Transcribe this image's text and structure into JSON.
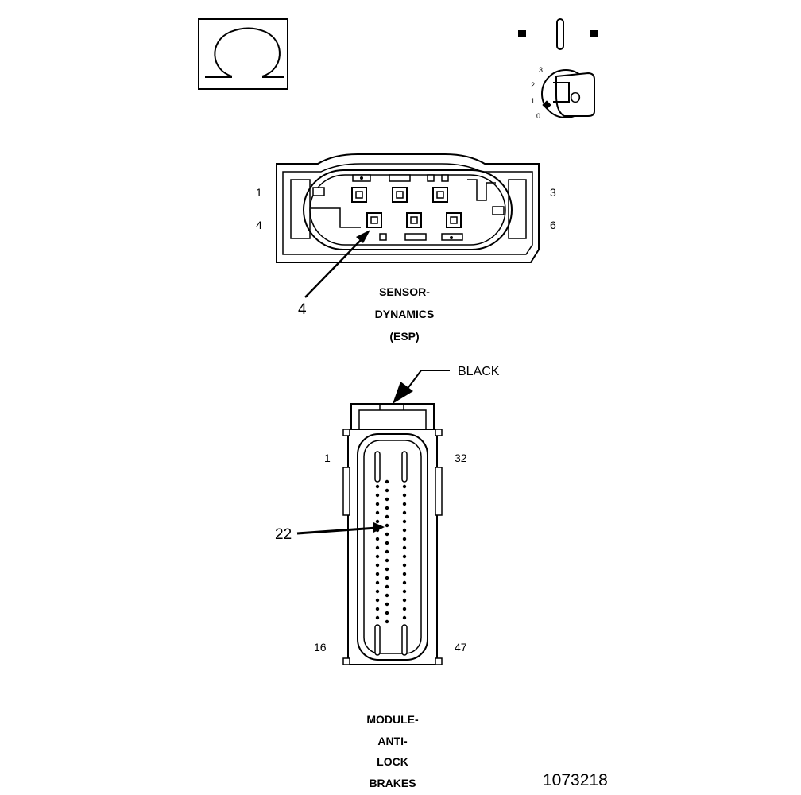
{
  "ohm_symbol": "Ω",
  "ignition_key": {
    "positions": [
      "3",
      "2",
      "1",
      "0"
    ],
    "key_text": "O"
  },
  "sensor_connector": {
    "pin_labels": {
      "top_left": "1",
      "top_right": "3",
      "bottom_left": "4",
      "bottom_right": "6"
    },
    "callout": "4",
    "title_lines": [
      "SENSOR-",
      "DYNAMICS",
      "(ESP)"
    ]
  },
  "abs_connector": {
    "color_callout": "BLACK",
    "pin_labels": {
      "top_left": "1",
      "top_right": "32",
      "bottom_left": "16",
      "bottom_right": "47"
    },
    "callout": "22",
    "title_lines": [
      "MODULE-",
      "ANTI-",
      "LOCK",
      "BRAKES"
    ]
  },
  "figure_number": "1073218"
}
